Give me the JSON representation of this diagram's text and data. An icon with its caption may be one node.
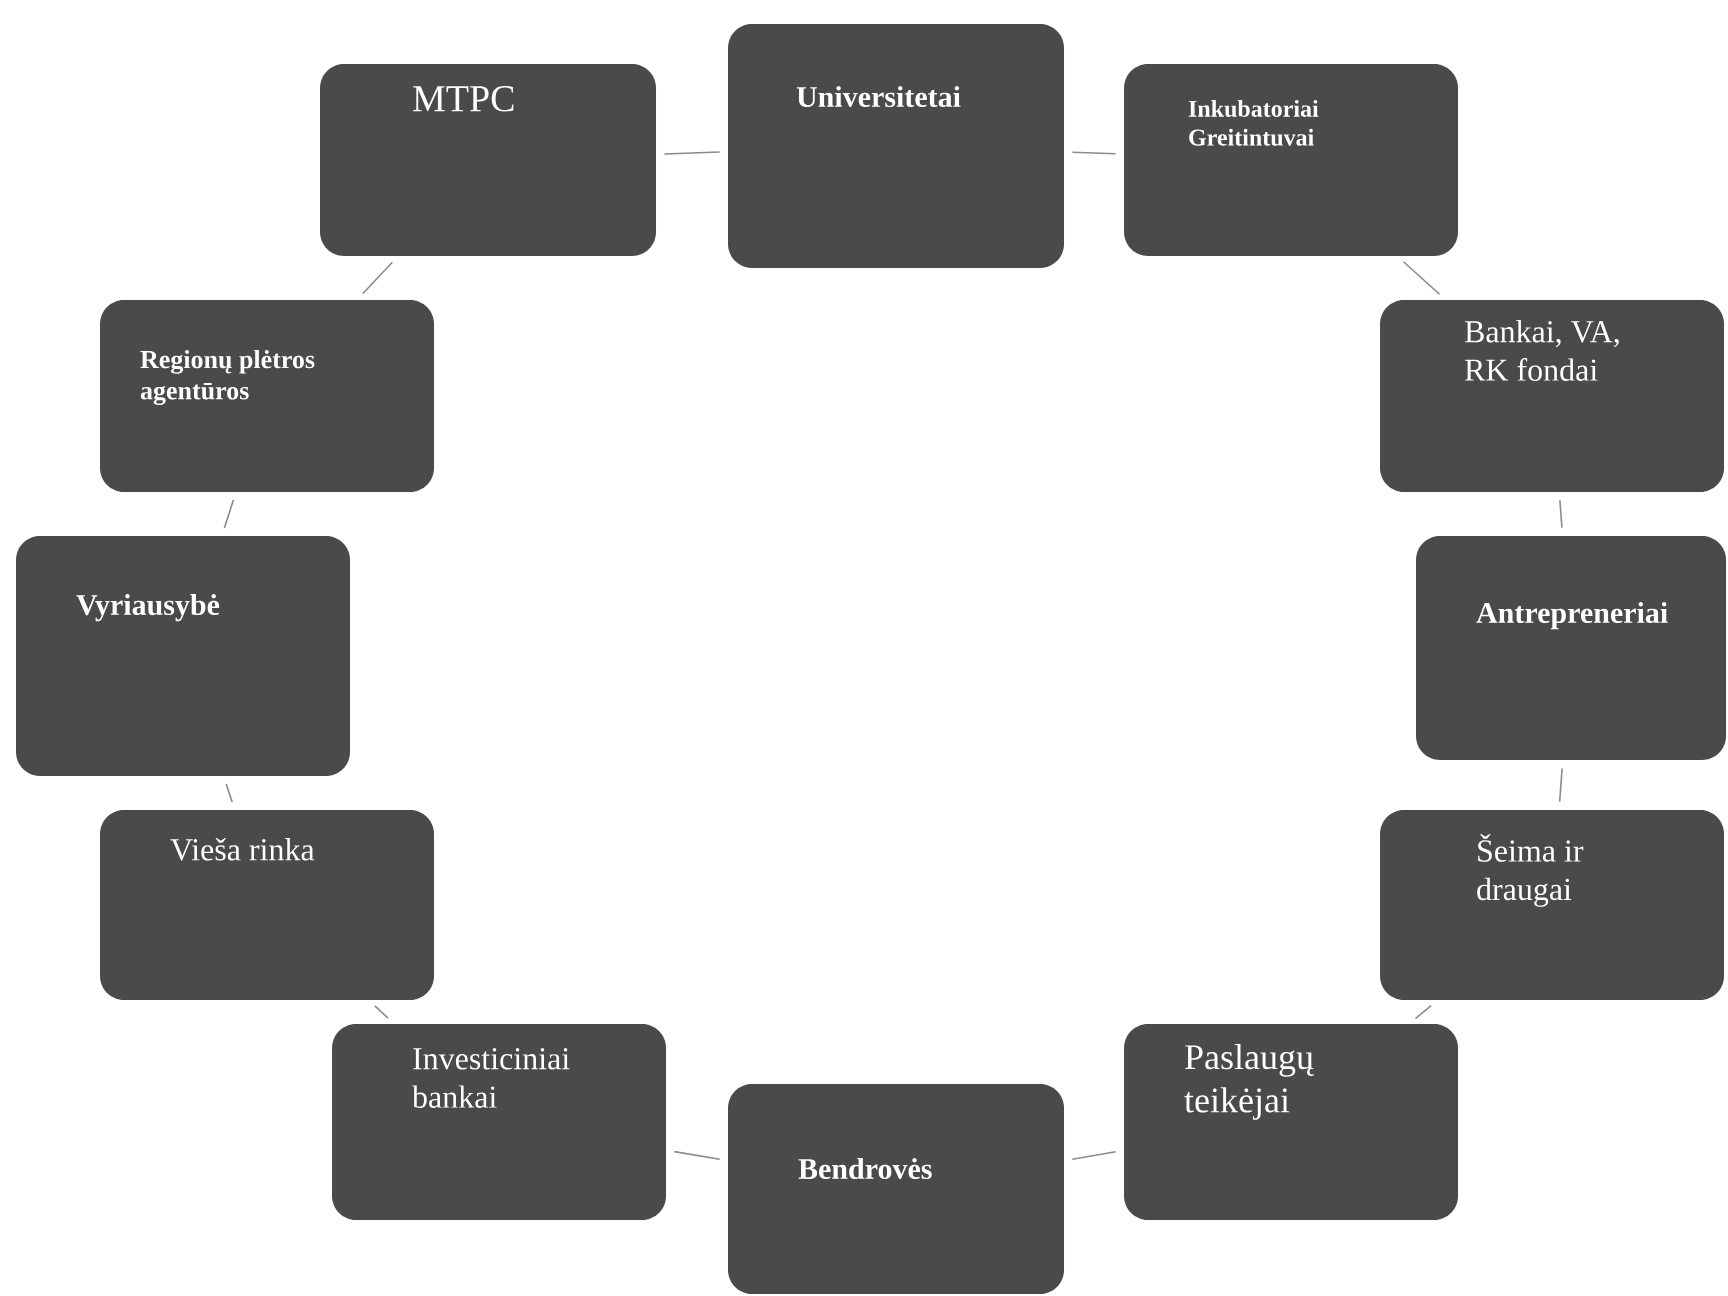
{
  "diagram": {
    "nodes": [
      {
        "text": [
          "Universitetai"
        ]
      },
      {
        "text": [
          "Inkubatoriai Greitintuvai"
        ]
      },
      {
        "text": [
          "Bankai, VA, RK fondai"
        ]
      },
      {
        "text": [
          "Antrepreneriai"
        ]
      },
      {
        "text": [
          "Šeima ir draugai"
        ]
      },
      {
        "text": [
          "Paslaugų teikėjai"
        ]
      },
      {
        "text": [
          "Bendrovės"
        ]
      },
      {
        "text": [
          "Investiciniai bankai"
        ]
      },
      {
        "text": [
          "Vieša rinka"
        ]
      },
      {
        "text": [
          "Vyriausybė"
        ]
      },
      {
        "text": [
          "Regionų plėtros agentūros"
        ]
      },
      {
        "text": [
          "MTPC"
        ]
      }
    ],
    "edges": [
      {
        "from": 0,
        "to": 1,
        "arrow": "none"
      },
      {
        "from": 1,
        "to": 2,
        "arrow": "none"
      },
      {
        "from": 2,
        "to": 3,
        "arrow": "none"
      },
      {
        "from": 3,
        "to": 4,
        "arrow": "none"
      },
      {
        "from": 4,
        "to": 5,
        "arrow": "none"
      },
      {
        "from": 5,
        "to": 6,
        "arrow": "none"
      },
      {
        "from": 6,
        "to": 7,
        "arrow": "none"
      },
      {
        "from": 7,
        "to": 8,
        "arrow": "none"
      },
      {
        "from": 8,
        "to": 9,
        "arrow": "none"
      },
      {
        "from": 9,
        "to": 10,
        "arrow": "none"
      },
      {
        "from": 10,
        "to": 11,
        "arrow": "none"
      },
      {
        "from": 11,
        "to": 0,
        "arrow": "none"
      }
    ]
  }
}
